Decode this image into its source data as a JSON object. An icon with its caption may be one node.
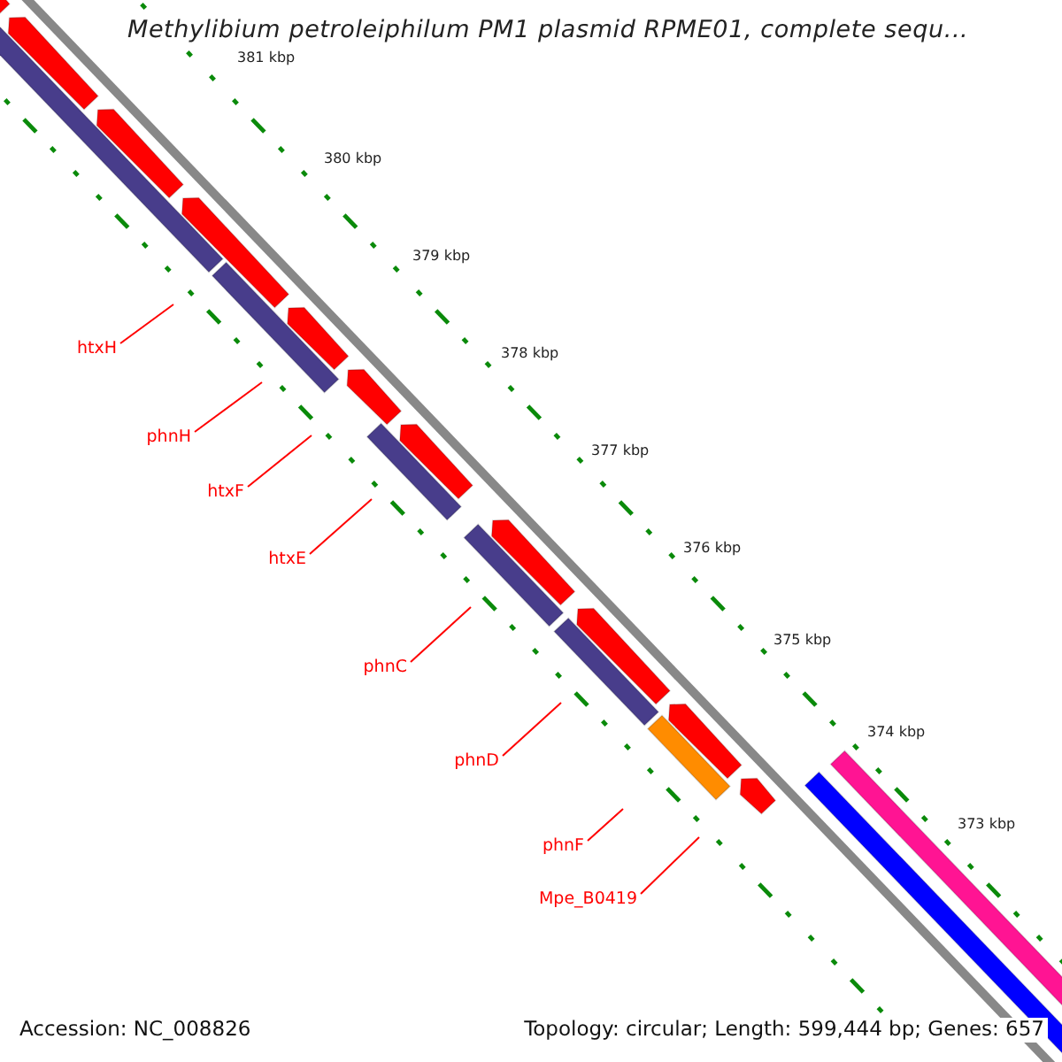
{
  "diagram": {
    "title": "Methylibium petroleiphilum PM1 plasmid RPME01, complete sequ...",
    "nodes": [
      {
        "text": [
          "htxH"
        ]
      },
      {
        "text": [
          "phnH"
        ]
      },
      {
        "text": [
          "htxF"
        ]
      },
      {
        "text": [
          "htxE"
        ]
      },
      {
        "text": [
          "phnC"
        ]
      },
      {
        "text": [
          "phnD"
        ]
      },
      {
        "text": [
          "phnF"
        ]
      },
      {
        "text": [
          "Mpe_B0419"
        ]
      }
    ],
    "edges": [
      {
        "from": 0,
        "to": null,
        "arrow": "none"
      },
      {
        "from": 1,
        "to": null,
        "arrow": "none"
      },
      {
        "from": 2,
        "to": null,
        "arrow": "none"
      },
      {
        "from": 3,
        "to": null,
        "arrow": "none"
      },
      {
        "from": 4,
        "to": null,
        "arrow": "none"
      },
      {
        "from": 5,
        "to": null,
        "arrow": "none"
      },
      {
        "from": 6,
        "to": null,
        "arrow": "none"
      },
      {
        "from": 7,
        "to": null,
        "arrow": "none"
      }
    ],
    "labels": [
      "381 kbp",
      "380 kbp",
      "379 kbp",
      "378 kbp",
      "377 kbp",
      "376 kbp",
      "375 kbp",
      "374 kbp",
      "373 kbp",
      "Accession: NC_008826",
      "Topology: circular; Length: 599,444 bp; Genes: 657"
    ]
  }
}
